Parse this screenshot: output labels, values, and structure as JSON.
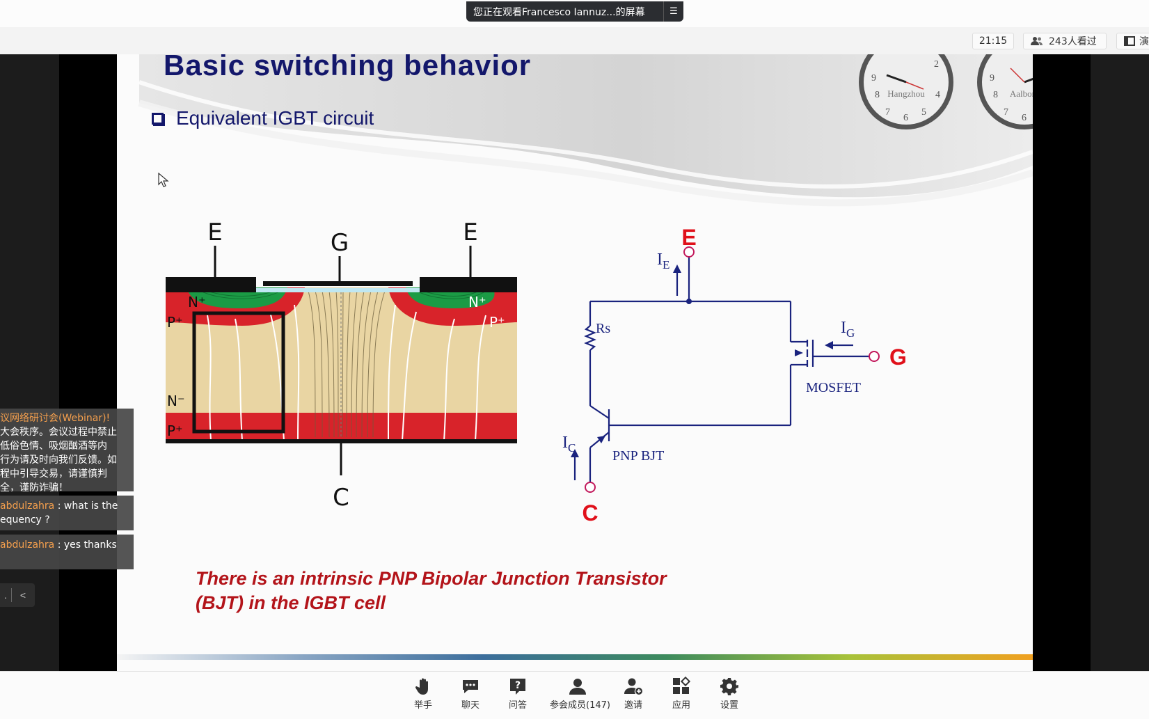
{
  "share_banner": {
    "text": "您正在观看Francesco Iannuz...的屏幕",
    "menu_icon": "list-icon"
  },
  "status": {
    "time": "21:15",
    "viewers": "243人看过",
    "present_label": "演"
  },
  "slide": {
    "title": "Basic switching behavior",
    "bullet": "Equivalent IGBT circuit",
    "clocks": [
      "Hangzhou",
      "Aalborg"
    ],
    "cross_section": {
      "terminal_e_left": "E",
      "terminal_g": "G",
      "terminal_e_right": "E",
      "terminal_c": "C",
      "n_plus_left": "N⁺",
      "n_plus_right": "N⁺",
      "p_plus_left": "P⁺",
      "p_plus_right": "P⁺",
      "n_minus": "N⁻",
      "p_plus_bottom": "P⁺"
    },
    "circuit": {
      "terminal_e": "E",
      "terminal_g": "G",
      "terminal_c": "C",
      "ie": "I",
      "ie_sub": "E",
      "ig": "I",
      "ig_sub": "G",
      "ic": "I",
      "ic_sub": "C",
      "rs": "Rs",
      "mosfet": "MOSFET",
      "bjt": "PNP BJT"
    },
    "note_line1": "There is an intrinsic PNP Bipolar Junction Transistor",
    "note_line2": "(BJT) in the IGBT cell"
  },
  "chat": {
    "system_title": "议网络研讨会(Webinar)!",
    "system_lines": [
      "大会秩序。会议过程中禁止",
      "低俗色情、吸烟酗酒等内",
      "行为请及时向我们反馈。如",
      "程中引导交易，请谨慎判",
      "全，谨防诈骗！"
    ],
    "messages": [
      {
        "name": "abdulzahra",
        "text": ": what is the",
        "text2": "equency ?"
      },
      {
        "name": "abdulzahra",
        "text": ": yes thanks"
      }
    ],
    "ctrl_dot": ".",
    "ctrl_arrow": "<"
  },
  "toolbar": [
    {
      "label": "举手",
      "icon": "hand-icon"
    },
    {
      "label": "聊天",
      "icon": "chat-icon"
    },
    {
      "label": "问答",
      "icon": "question-icon"
    },
    {
      "label": "参会成员(147)",
      "icon": "members-icon"
    },
    {
      "label": "邀请",
      "icon": "invite-icon"
    },
    {
      "label": "应用",
      "icon": "apps-icon"
    },
    {
      "label": "设置",
      "icon": "gear-icon"
    }
  ]
}
